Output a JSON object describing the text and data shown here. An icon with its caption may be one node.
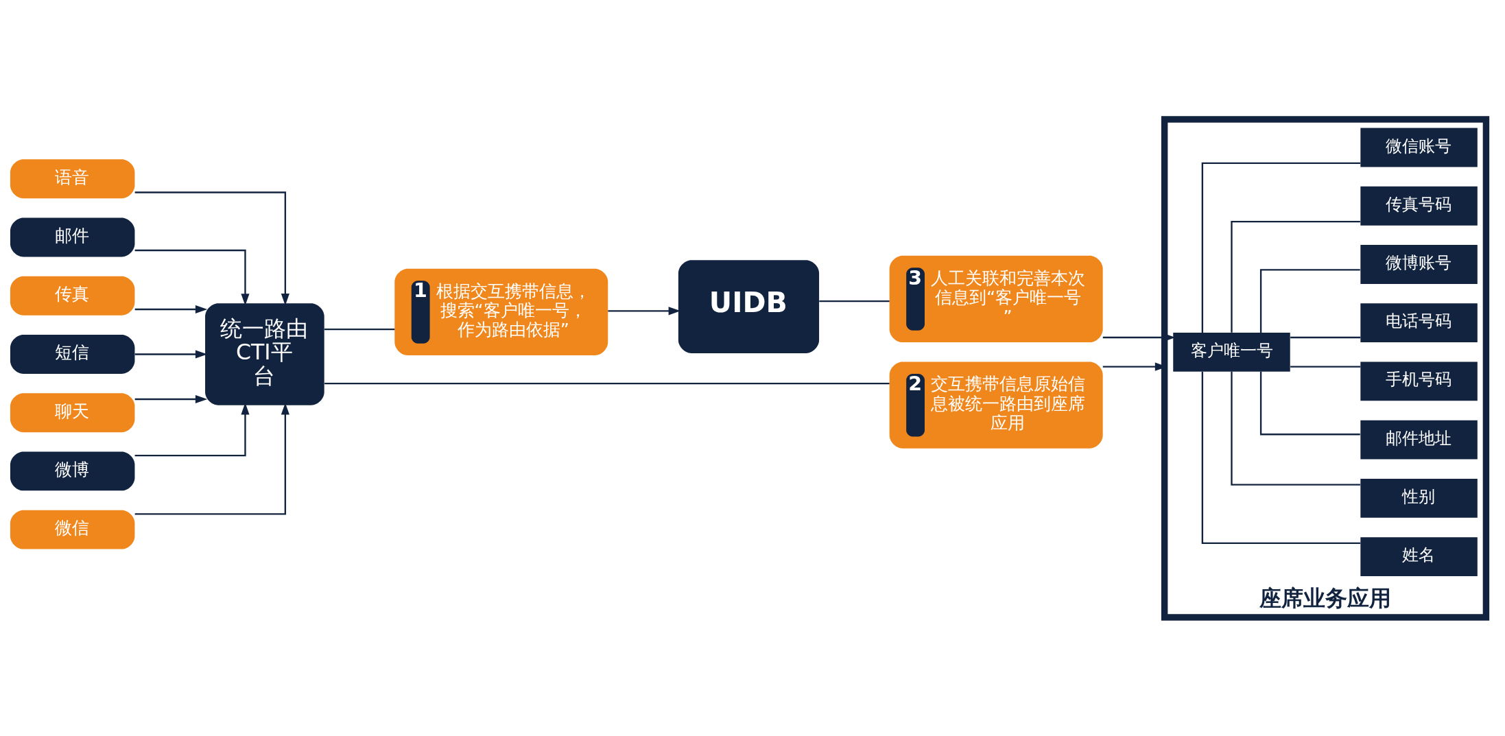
{
  "diagram": {
    "nodes": [
      {
        "text": [
          "语音"
        ]
      },
      {
        "text": [
          "邮件"
        ]
      },
      {
        "text": [
          "传真"
        ]
      },
      {
        "text": [
          "短信"
        ]
      },
      {
        "text": [
          "聊天"
        ]
      },
      {
        "text": [
          "微博"
        ]
      },
      {
        "text": [
          "微信"
        ]
      },
      {
        "text": [
          "统一路由CTI平台"
        ]
      },
      {
        "text": [
          "1",
          "根据交互携带信息，搜索“客户唯一号，作为路由依据”"
        ]
      },
      {
        "text": [
          "UIDB"
        ]
      },
      {
        "text": [
          "3",
          "人工关联和完善本次信息到“客户唯一号”"
        ]
      },
      {
        "text": [
          "2",
          "交互携带信息原始信息被统一路由到座席应用"
        ]
      },
      {
        "text": [
          "座席业务应用"
        ]
      },
      {
        "text": [
          "客户唯一号"
        ],
        "in": 12
      },
      {
        "text": [
          "姓名"
        ],
        "in": 12
      },
      {
        "text": [
          "性别"
        ],
        "in": 12
      },
      {
        "text": [
          "邮件地址"
        ],
        "in": 12
      },
      {
        "text": [
          "手机号码"
        ],
        "in": 12
      },
      {
        "text": [
          "电话号码"
        ],
        "in": 12
      },
      {
        "text": [
          "微博账号"
        ],
        "in": 12
      },
      {
        "text": [
          "传真号码"
        ],
        "in": 12
      },
      {
        "text": [
          "微信账号"
        ],
        "in": 12
      }
    ],
    "edges": [
      {
        "from": 0,
        "to": 7,
        "arrow": "to"
      },
      {
        "from": 1,
        "to": 7,
        "arrow": "to"
      },
      {
        "from": 2,
        "to": 7,
        "arrow": "to"
      },
      {
        "from": 3,
        "to": 7,
        "arrow": "to"
      },
      {
        "from": 4,
        "to": 7,
        "arrow": "to"
      },
      {
        "from": 5,
        "to": 7,
        "arrow": "to"
      },
      {
        "from": 6,
        "to": 7,
        "arrow": "to"
      },
      {
        "from": 7,
        "to": 8,
        "arrow": "none"
      },
      {
        "from": 8,
        "to": 9,
        "arrow": "to"
      },
      {
        "from": 9,
        "to": 10,
        "arrow": "none"
      },
      {
        "from": 10,
        "to": 13,
        "arrow": "to"
      },
      {
        "from": 7,
        "to": 11,
        "arrow": "none"
      },
      {
        "from": 11,
        "to": 12,
        "arrow": "to"
      },
      {
        "from": 13,
        "to": 14,
        "arrow": "none"
      },
      {
        "from": 13,
        "to": 15,
        "arrow": "none"
      },
      {
        "from": 13,
        "to": 16,
        "arrow": "none"
      },
      {
        "from": 13,
        "to": 17,
        "arrow": "none"
      },
      {
        "from": 13,
        "to": 18,
        "arrow": "none"
      },
      {
        "from": 13,
        "to": 19,
        "arrow": "none"
      },
      {
        "from": 13,
        "to": 20,
        "arrow": "none"
      },
      {
        "from": 13,
        "to": 21,
        "arrow": "none"
      }
    ]
  }
}
